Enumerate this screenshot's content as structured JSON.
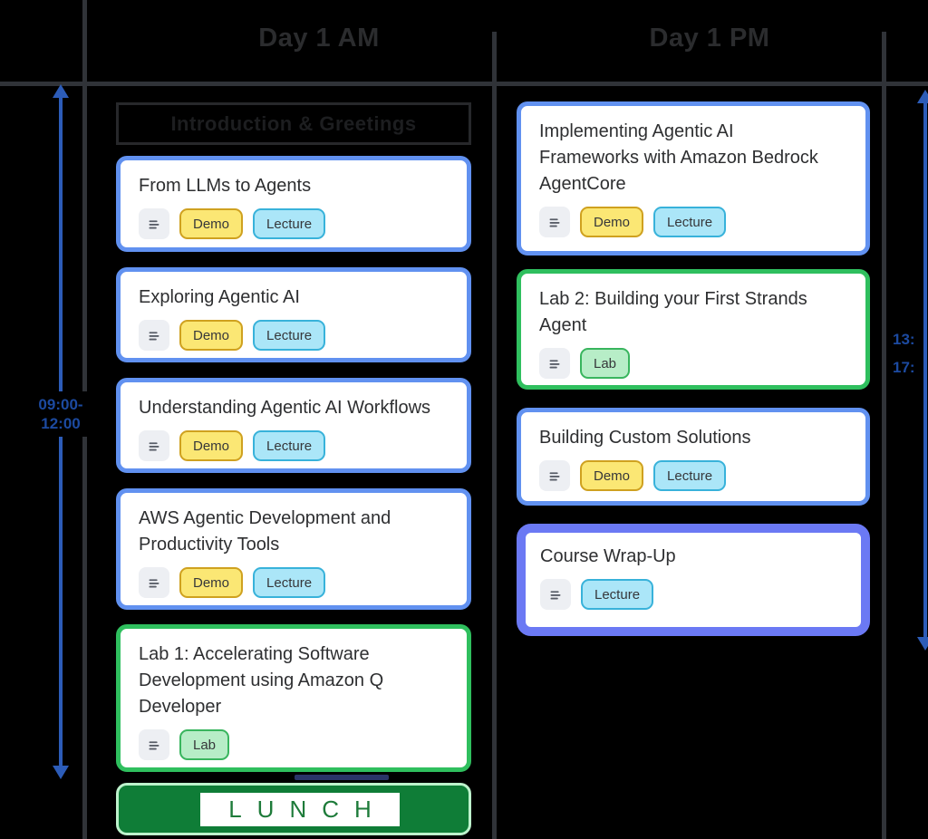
{
  "palette": {
    "background": "#000000",
    "grid_line": "#303338",
    "header_text": "#2b2c2e",
    "card_bg": "#ffffff",
    "card_title": "#2e2f31",
    "accent_blue": "#6191f0",
    "accent_green": "#2fbf5e",
    "accent_indigo": "#6b79f4",
    "tag_demo_bg": "#fbe774",
    "tag_demo_border": "#cfa11f",
    "tag_lecture_bg": "#abe6f8",
    "tag_lecture_border": "#38b2da",
    "tag_lab_bg": "#b7edc7",
    "tag_lab_border": "#39b55e",
    "tag_text": "#36373a",
    "icon_chip_bg": "#edeff3",
    "icon_glyph": "#595e68",
    "time_text": "#1c4aa0",
    "arrow": "#2c5cb8",
    "lunch_bg": "#0f7d37",
    "lunch_border": "#bdf2cc",
    "lunch_text": "#1e7b3a",
    "intro_border": "#27282b",
    "intro_text": "#1d1e20"
  },
  "intro_banner": {
    "label": "Introduction & Greetings"
  },
  "lunch_banner": {
    "label": "LUNCH"
  },
  "time_ranges": {
    "am_line1": "09:00-",
    "am_line2": "12:00",
    "pm_line1": "13:",
    "pm_line2": "17:"
  },
  "columns": [
    {
      "label": "Day 1 AM",
      "cards": [
        {
          "title": "From LLMs to Agents",
          "tags": [
            "Demo",
            "Lecture"
          ],
          "accent": "blue"
        },
        {
          "title": "Exploring Agentic AI",
          "tags": [
            "Demo",
            "Lecture"
          ],
          "accent": "blue"
        },
        {
          "title": "Understanding Agentic AI Workflows",
          "tags": [
            "Demo",
            "Lecture"
          ],
          "accent": "blue"
        },
        {
          "title": "AWS Agentic Development and Productivity Tools",
          "tags": [
            "Demo",
            "Lecture"
          ],
          "accent": "blue"
        },
        {
          "title": "Lab 1: Accelerating Software Development using Amazon Q Developer",
          "tags": [
            "Lab"
          ],
          "accent": "green"
        }
      ]
    },
    {
      "label": "Day 1 PM",
      "cards": [
        {
          "title": "Implementing Agentic AI Frameworks with Amazon Bedrock AgentCore",
          "tags": [
            "Demo",
            "Lecture"
          ],
          "accent": "blue"
        },
        {
          "title": "Lab 2: Building your First Strands Agent",
          "tags": [
            "Lab"
          ],
          "accent": "green"
        },
        {
          "title": "Building Custom Solutions",
          "tags": [
            "Demo",
            "Lecture"
          ],
          "accent": "blue"
        },
        {
          "title": "Course Wrap-Up",
          "tags": [
            "Lecture"
          ],
          "accent": "indigo"
        }
      ]
    }
  ]
}
